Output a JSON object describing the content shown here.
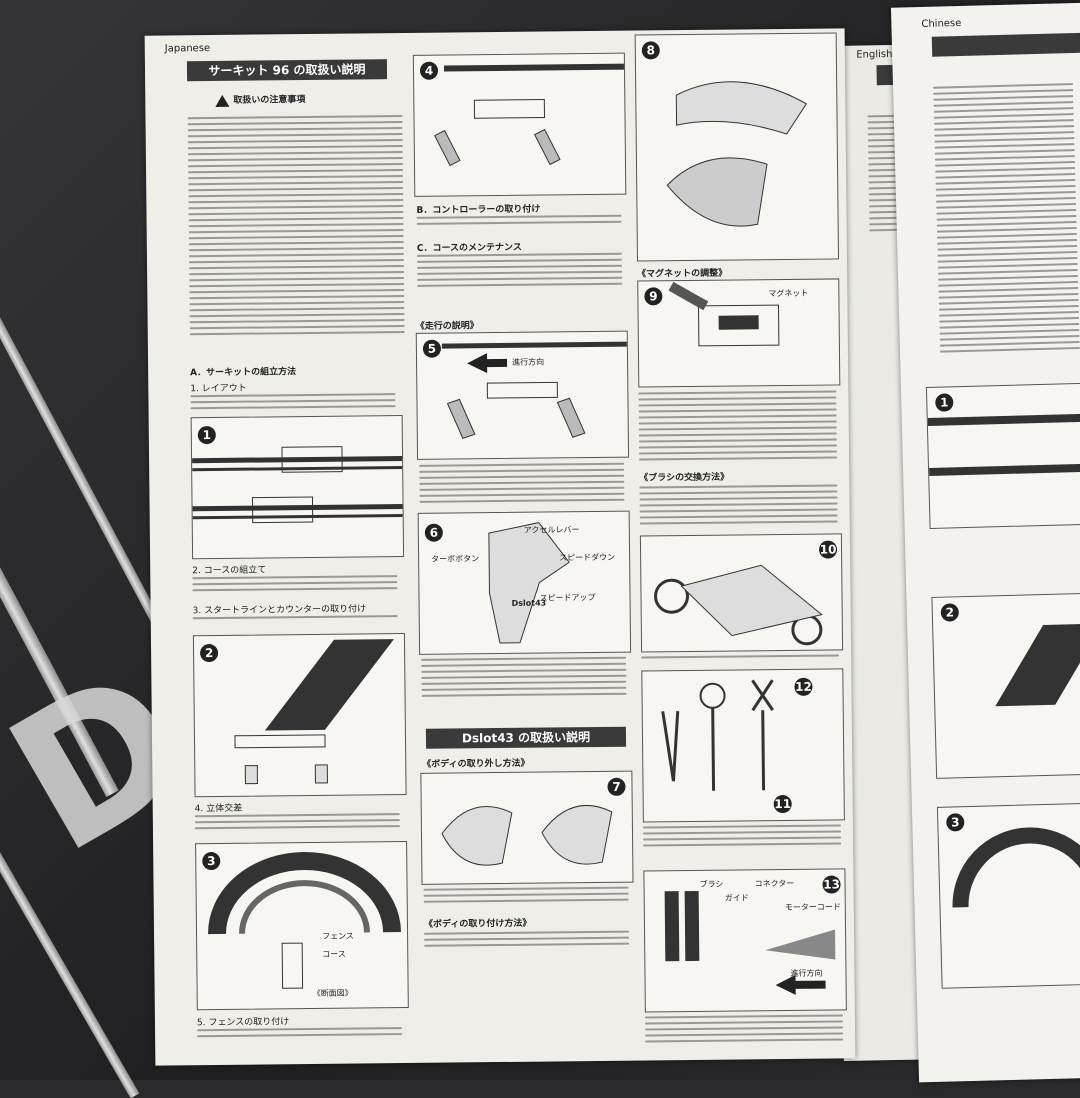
{
  "colors": {
    "sheet": "#efeee9",
    "header_bar": "#3a3a3a",
    "background": "#2a2a2c"
  },
  "main_sheet": {
    "language_label": "Japanese",
    "title_circuit": "サーキット 96 の取扱い説明",
    "caution_heading": "取扱いの注意事項",
    "section_a": "A．サーキットの組立方法",
    "step_1_title": "1. レイアウト",
    "step_2_title": "2. コースの組立て",
    "step_3_title": "3. スタートラインとカウンターの取り付け",
    "step_4_title": "4. 立体交差",
    "step_5_title": "5. フェンスの取り付け",
    "section_b": "B．コントローラーの取り付け",
    "section_c": "C．コースのメンテナンス",
    "running_heading": "《走行の説明》",
    "label_direction": "進行方向",
    "label_accelerator": "アクセルレバー",
    "label_turbo": "ターボボタン",
    "label_speed_down": "スピードダウン",
    "label_speed_up": "スピードアップ",
    "label_fence": "フェンス",
    "label_course": "コース",
    "label_section": "《断面図》",
    "title_dslot": "Dslot43 の取扱い説明",
    "body_remove_heading": "《ボディの取り外し方法》",
    "body_attach_heading": "《ボディの取り付け方法》",
    "magnet_heading": "《マグネットの調整》",
    "brush_heading": "《ブラシの交換方法》",
    "label_magnet": "マグネット",
    "label_brush": "ブラシ",
    "label_guide": "ガイド",
    "label_connector": "コネクター",
    "label_motor_cord": "モーターコード",
    "label_dir2": "進行方向",
    "controller_brand": "Dslot43",
    "fig_numbers": [
      "1",
      "2",
      "3",
      "4",
      "5",
      "6",
      "7",
      "8",
      "9",
      "10",
      "11",
      "12",
      "13"
    ]
  },
  "back_sheet_1": {
    "language_label": "English"
  },
  "back_sheet_2": {
    "language_label": "Chinese"
  }
}
